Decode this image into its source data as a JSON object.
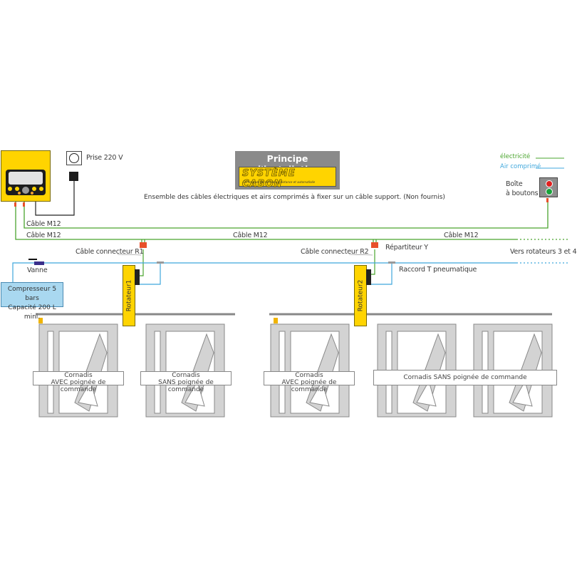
{
  "title": {
    "heading": "Principe d'installation",
    "logo_main": "SYSTÈME CABON",
    "logo_sub": "Commande de cornadis à distance et automatisée"
  },
  "caption": "Ensemble des câbles électriques et airs comprimés à fixer sur un câble support. (Non fournis)",
  "legend": {
    "electricity": "électricité",
    "air": "Air comprimé",
    "electricity_color": "#4aa52e",
    "air_color": "#3fa7dc"
  },
  "components": {
    "socket": "Prise 220 V",
    "button_box_line1": "Boîte",
    "button_box_line2": "à boutons",
    "valve": "Vanne",
    "compressor_line1": "Compresseur 5 bars",
    "compressor_line2": "Capacité 200 L mini.",
    "rotator1": "Rotateur1",
    "rotator2": "Rotateur2"
  },
  "cables": {
    "cable_m12_top": "Câble M12",
    "cable_m12_left": "Câble M12",
    "cable_m12_mid": "Câble M12",
    "cable_m12_right": "Câble M12",
    "connector_r1": "Câble connecteur R1",
    "connector_r2": "Câble connecteur R2",
    "y_splitter": "Répartiteur Y",
    "t_fitting": "Raccord T pneumatique",
    "to_rotators": "Vers rotateurs 3 et 4"
  },
  "cornadis": [
    {
      "line1": "Cornadis",
      "line2": "AVEC poignée de commande"
    },
    {
      "line1": "Cornadis",
      "line2": "SANS poignée de commande"
    },
    {
      "line1": "Cornadis",
      "line2": "AVEC poignée de commande"
    },
    {
      "line1": "Cornadis SANS poignée de commande",
      "line2": ""
    }
  ],
  "colors": {
    "yellow": "#ffd400",
    "electric_green": "#4aa52e",
    "air_blue": "#3fa7dc",
    "frame_gray": "#d3d3d3",
    "connector_red": "#e8502a"
  }
}
